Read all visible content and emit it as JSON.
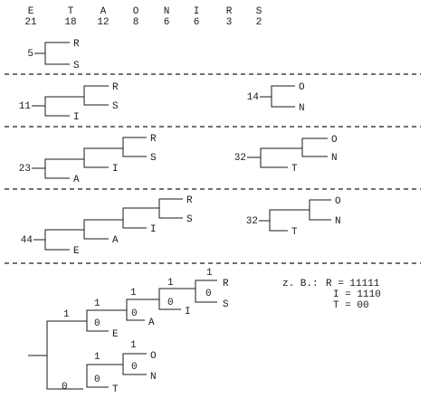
{
  "frequency_table": [
    {
      "letter": "E",
      "count": "21"
    },
    {
      "letter": "T",
      "count": "18"
    },
    {
      "letter": "A",
      "count": "12"
    },
    {
      "letter": "O",
      "count": "8"
    },
    {
      "letter": "N",
      "count": "6"
    },
    {
      "letter": "I",
      "count": "6"
    },
    {
      "letter": "R",
      "count": "3"
    },
    {
      "letter": "S",
      "count": "2"
    }
  ],
  "stages": {
    "step1": {
      "root": "5",
      "leaves": [
        "R",
        "S"
      ]
    },
    "step2a": {
      "root": "11",
      "leaves": [
        "R",
        "S",
        "I"
      ]
    },
    "step2b": {
      "root": "14",
      "leaves": [
        "O",
        "N"
      ]
    },
    "step3a": {
      "root": "23",
      "leaves": [
        "R",
        "S",
        "I",
        "A"
      ]
    },
    "step3b": {
      "root": "32",
      "leaves": [
        "O",
        "N",
        "T"
      ]
    },
    "step4a": {
      "root": "44",
      "leaves": [
        "R",
        "S",
        "I",
        "A",
        "E"
      ]
    },
    "step4b": {
      "root": "32",
      "leaves": [
        "O",
        "N",
        "T"
      ]
    }
  },
  "final_tree": {
    "leaves": [
      "R",
      "S",
      "I",
      "A",
      "E",
      "O",
      "N",
      "T"
    ],
    "bits": [
      "1",
      "0",
      "1",
      "0",
      "1",
      "0",
      "1",
      "0",
      "1",
      "0",
      "1",
      "0",
      "1",
      "0"
    ]
  },
  "example": {
    "prefix": "z. B.:",
    "lines": [
      "R = 11111",
      "I = 1110",
      "T = 00"
    ]
  }
}
